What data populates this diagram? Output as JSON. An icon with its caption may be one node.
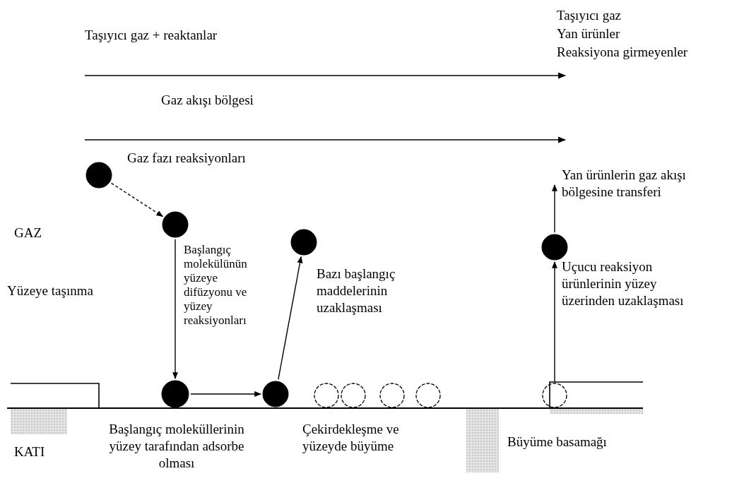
{
  "diagram": {
    "nodes": [
      {
        "text": [],
        "shape": "circle"
      },
      {
        "text": [],
        "shape": "circle"
      },
      {
        "text": [],
        "shape": "circle"
      },
      {
        "text": [],
        "shape": "circle"
      },
      {
        "text": [],
        "shape": "circle"
      },
      {
        "text": [],
        "shape": "circle"
      },
      {
        "text": [],
        "shape": "circle"
      },
      {
        "text": [],
        "shape": "circle"
      },
      {
        "text": [],
        "shape": "circle"
      },
      {
        "text": [],
        "shape": "circle"
      },
      {
        "text": [],
        "shape": "circle"
      },
      {
        "text": [
          "Yan ürünlerin gaz akışı bölgesine transferi"
        ]
      }
    ],
    "edges": [
      {
        "from": 0,
        "to": 1,
        "arrow": "to",
        "style": "dashed"
      },
      {
        "from": 1,
        "to": 2,
        "arrow": "to"
      },
      {
        "from": 2,
        "to": 3,
        "arrow": "to"
      },
      {
        "from": 3,
        "to": 4,
        "arrow": "to"
      },
      {
        "from": 9,
        "to": 10,
        "arrow": "to"
      },
      {
        "from": 10,
        "to": 11,
        "arrow": "to"
      }
    ],
    "labels": [
      "Taşıyıcı gaz + reaktanlar",
      "Taşıyıcı gaz",
      "Yan ürünler",
      "Reaksiyona girmeyenler",
      "Gaz akışı bölgesi",
      "Gaz fazı reaksiyonları",
      "GAZ",
      "Başlangıç molekülünün yüzeye difüzyonu ve yüzey reaksiyonları",
      "Bazı başlangıç maddelerinin uzaklaşması",
      "Yüzeye taşınma",
      "Uçucu reaksiyon ürünlerinin yüzey üzerinden uzaklaşması",
      "Başlangıç moleküllerinin yüzey tarafından adsorbe olması",
      "Çekirdekleşme ve yüzeyde büyüme",
      "KATI",
      "Büyüme basamağı"
    ]
  }
}
